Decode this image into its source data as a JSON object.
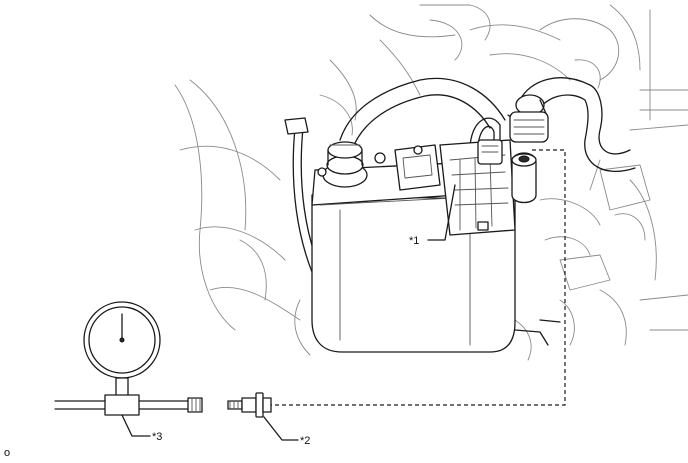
{
  "callouts": {
    "canister": "*1",
    "test_plug": "*2",
    "pressure_gauge": "*3"
  },
  "corner_mark": "o"
}
